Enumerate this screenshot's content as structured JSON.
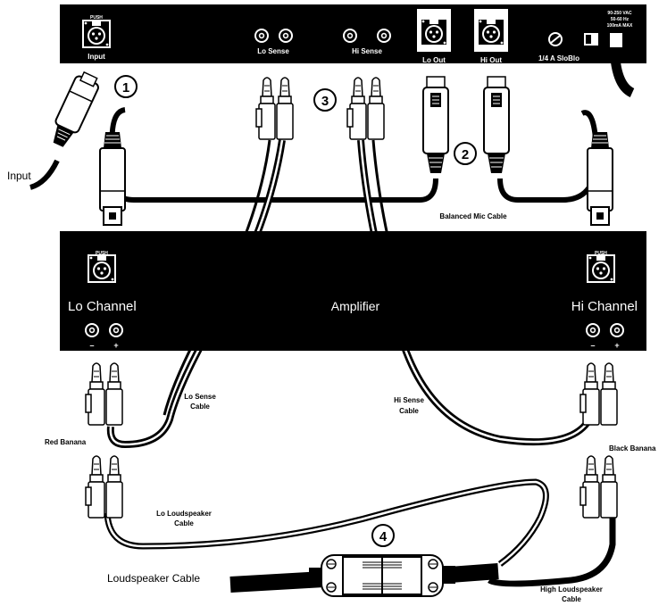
{
  "top_unit": {
    "input_label": "Input",
    "lo_sense_label": "Lo Sense",
    "hi_sense_label": "Hi Sense",
    "lo_out_label": "Lo Out",
    "hi_out_label": "Hi Out",
    "fuse_label": "1/4 A SloBlo",
    "power_line1": "90-250 VAC",
    "power_line2": "50-60 Hz",
    "power_line3": "100mA MAX",
    "push_label": "PUSH"
  },
  "amplifier": {
    "lo_channel_label": "Lo Channel",
    "center_label": "Amplifier",
    "hi_channel_label": "Hi Channel",
    "minus": "–",
    "plus": "+"
  },
  "callouts": [
    "1",
    "2",
    "3",
    "4"
  ],
  "labels": {
    "input": "Input",
    "balanced_mic_cable": "Balanced Mic Cable",
    "lo_sense_cable_1": "Lo Sense",
    "lo_sense_cable_2": "Cable",
    "hi_sense_cable_1": "Hi Sense",
    "hi_sense_cable_2": "Cable",
    "red_banana": "Red Banana",
    "black_banana": "Black Banana",
    "lo_loudspeaker_cable_1": "Lo Loudspeaker",
    "lo_loudspeaker_cable_2": "Cable",
    "loudspeaker_cable": "Loudspeaker Cable",
    "high_loudspeaker_cable_1": "High Loudspeaker",
    "high_loudspeaker_cable_2": "Cable"
  }
}
